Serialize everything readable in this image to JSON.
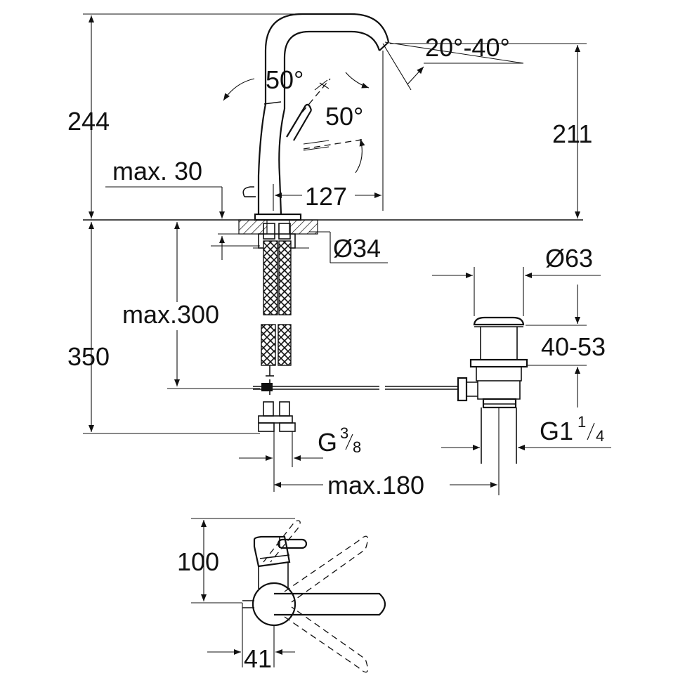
{
  "dimensions": {
    "total_height": "244",
    "spout_height": "211",
    "spout_swivel": "20°-40°",
    "lever_angle_top": "50°",
    "lever_angle_side": "50°",
    "max_deck_thickness": "max. 30",
    "spout_reach": "127",
    "hole_diameter": "Ø34",
    "waste_diameter": "Ø63",
    "waste_range": "40-53",
    "below_deck": "350",
    "max_hose": "max.300",
    "connection": "G",
    "connection_num": "3",
    "connection_den": "8",
    "waste_thread": "G1",
    "waste_thread_num": "1",
    "waste_thread_den": "4",
    "max_distance": "max.180",
    "plan_depth": "100",
    "plan_offset": "41"
  }
}
